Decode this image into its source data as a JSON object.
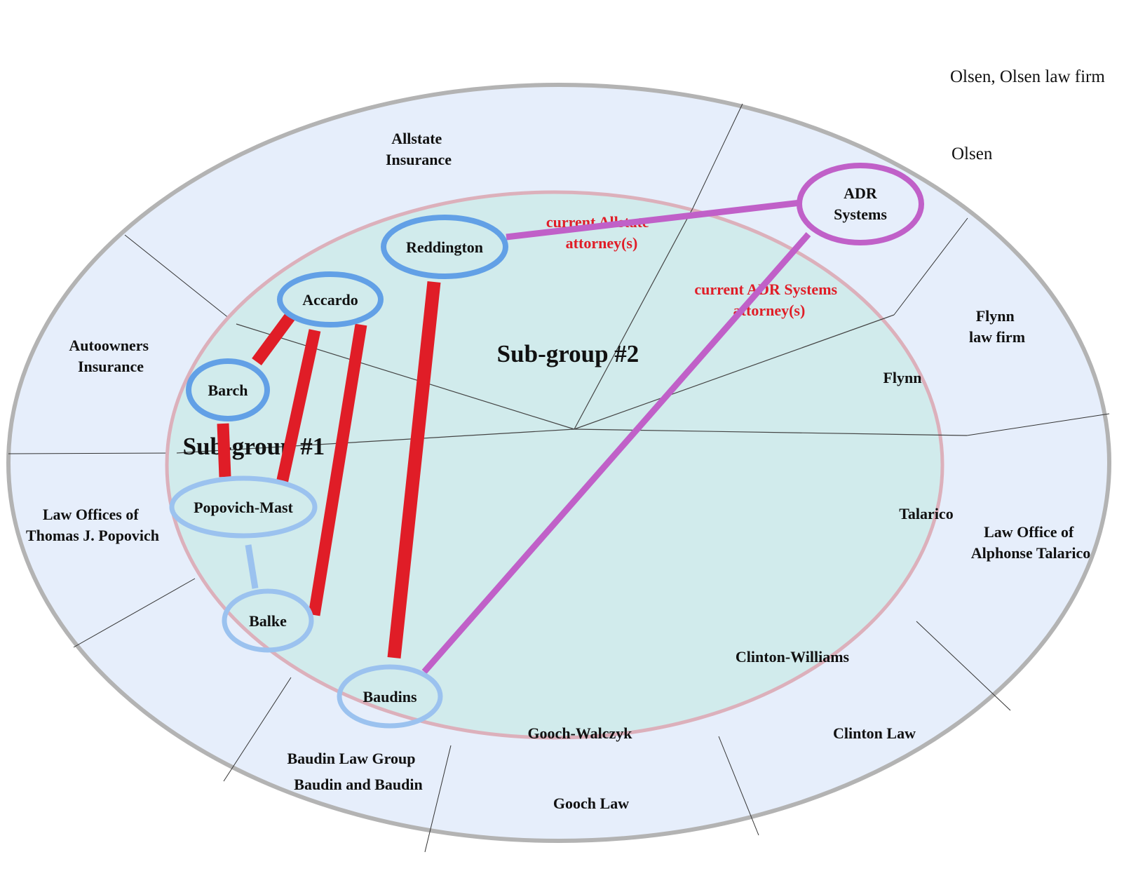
{
  "colors": {
    "outer_ring_fill": "#e6eefb",
    "outer_ring_stroke": "#b3b3b3",
    "inner_ring_fill": "#d1ebec",
    "inner_ring_stroke": "#dcb0bb",
    "node_dark_blue": "#62a0e6",
    "node_light_blue": "#9bc2ef",
    "node_purple": "#c060c8",
    "tie_red": "#e01d27",
    "link_purple": "#c060c8",
    "link_light_blue": "#9bc2ef",
    "annotation_red": "#e01d27",
    "divider": "#333333"
  },
  "external_labels": {
    "olsen_firm": "Olsen, Olsen law firm",
    "olsen": "Olsen"
  },
  "outer_ring": {
    "labels": [
      {
        "id": "allstate",
        "lines": [
          "Allstate",
          "Insurance"
        ]
      },
      {
        "id": "autoowners",
        "lines": [
          "Autoowners",
          "Insurance"
        ]
      },
      {
        "id": "popovich-office",
        "lines": [
          "Law Offices of",
          "Thomas J. Popovich"
        ]
      },
      {
        "id": "baudin-group",
        "lines": [
          "Baudin Law Group"
        ]
      },
      {
        "id": "baudin-and-baudin",
        "lines": [
          "Baudin and Baudin"
        ]
      },
      {
        "id": "gooch-law",
        "lines": [
          "Gooch Law"
        ]
      },
      {
        "id": "clinton-law",
        "lines": [
          "Clinton Law"
        ]
      },
      {
        "id": "talarico-office",
        "lines": [
          "Law Office of",
          "Alphonse Talarico"
        ]
      },
      {
        "id": "flynn-firm",
        "lines": [
          "Flynn",
          "law firm"
        ]
      }
    ]
  },
  "inner_ring": {
    "subgroups": [
      {
        "id": "subgroup-1",
        "label": "Sub-group #1"
      },
      {
        "id": "subgroup-2",
        "label": "Sub-group #2"
      }
    ],
    "labels": [
      {
        "id": "flynn",
        "text": "Flynn"
      },
      {
        "id": "talarico",
        "text": "Talarico"
      },
      {
        "id": "clinton-williams",
        "text": "Clinton-Williams"
      },
      {
        "id": "gooch-walczyk",
        "text": "Gooch-Walczyk"
      }
    ]
  },
  "nodes": [
    {
      "id": "reddington",
      "label": "Reddington",
      "style": "dark-blue"
    },
    {
      "id": "accardo",
      "label": "Accardo",
      "style": "dark-blue"
    },
    {
      "id": "barch",
      "label": "Barch",
      "style": "dark-blue"
    },
    {
      "id": "popovich-mast",
      "label": "Popovich-Mast",
      "style": "light-blue"
    },
    {
      "id": "balke",
      "label": "Balke",
      "style": "light-blue"
    },
    {
      "id": "baudins",
      "label": "Baudins",
      "style": "light-blue"
    },
    {
      "id": "adr-systems",
      "label": "ADR Systems",
      "lines": [
        "ADR",
        "Systems"
      ],
      "style": "purple"
    }
  ],
  "edges": [
    {
      "from": "accardo",
      "to": "barch",
      "type": "red"
    },
    {
      "from": "accardo",
      "to": "popovich-mast",
      "type": "red"
    },
    {
      "from": "accardo",
      "to": "balke",
      "type": "red"
    },
    {
      "from": "barch",
      "to": "popovich-mast",
      "type": "red"
    },
    {
      "from": "reddington",
      "to": "baudins",
      "type": "red"
    },
    {
      "from": "popovich-mast",
      "to": "balke",
      "type": "light-blue"
    },
    {
      "from": "reddington",
      "to": "adr-systems",
      "type": "purple"
    },
    {
      "from": "adr-systems",
      "to": "baudins",
      "type": "purple"
    }
  ],
  "annotations": [
    {
      "id": "allstate-attorneys",
      "lines": [
        "current Allstate",
        "attorney(s)"
      ]
    },
    {
      "id": "adr-attorneys",
      "lines": [
        "current ADR Systems",
        "attorney(s)"
      ]
    }
  ]
}
